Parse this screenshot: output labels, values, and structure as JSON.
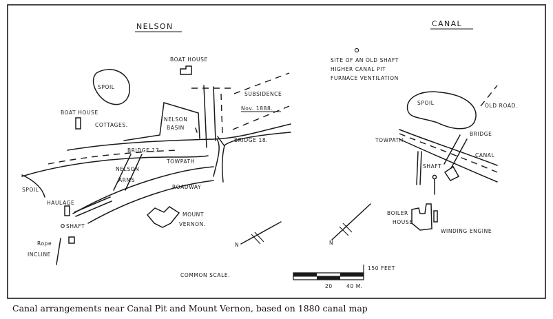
{
  "map": {
    "title_left": "NELSON",
    "title_right": "CANAL",
    "labels": {
      "boat_house_top": "BOAT HOUSE",
      "spoil_left": "SPOIL",
      "boat_house_cottages_1": "BOAT  HOUSE",
      "boat_house_cottages_2": "COTTAGES.",
      "nelson_basin_1": "NELSON",
      "nelson_basin_2": "BASIN",
      "subsidence_1": "SUBSIDENCE",
      "subsidence_2": "Nov.  1888.",
      "bridge_17": "BRIDGE 17",
      "bridge_18": "BRIDGE 18.",
      "towpath_left": "TOWPATH",
      "nelson_arms_1": "NELSON",
      "nelson_arms_2": "ARMS",
      "spoil_far_left": "SPOIL",
      "roadway": "ROADWAY",
      "haulage": "HAULAGE",
      "shaft_left": "SHAFT",
      "mount_vernon_1": "MOUNT",
      "mount_vernon_2": "VERNON.",
      "rope_incline_1": "Rope",
      "rope_incline_2": "INCLINE",
      "north_left": "N",
      "old_shaft_legend_1": "SITE OF AN OLD SHAFT",
      "old_shaft_legend_2": "HIGHER CANAL PIT",
      "old_shaft_legend_3": "FURNACE VENTILATION",
      "spoil_right": "SPOIL",
      "old_road": "OLD  ROAD.",
      "bridge_right": "BRIDGE",
      "towpath_right": "TOWPATH",
      "canal_right": "CANAL",
      "shaft_right": "SHAFT",
      "boiler_house_1": "BOILER",
      "boiler_house_2": "HOUSE",
      "winding_engine": "WINDING ENGINE",
      "north_right": "N",
      "common_scale": "COMMON   SCALE.",
      "scale_150": "150 FEET",
      "scale_20": "20",
      "scale_40": "40 M."
    }
  },
  "caption": "Canal arrangements near Canal Pit and Mount Vernon, based  on 1880 canal map"
}
